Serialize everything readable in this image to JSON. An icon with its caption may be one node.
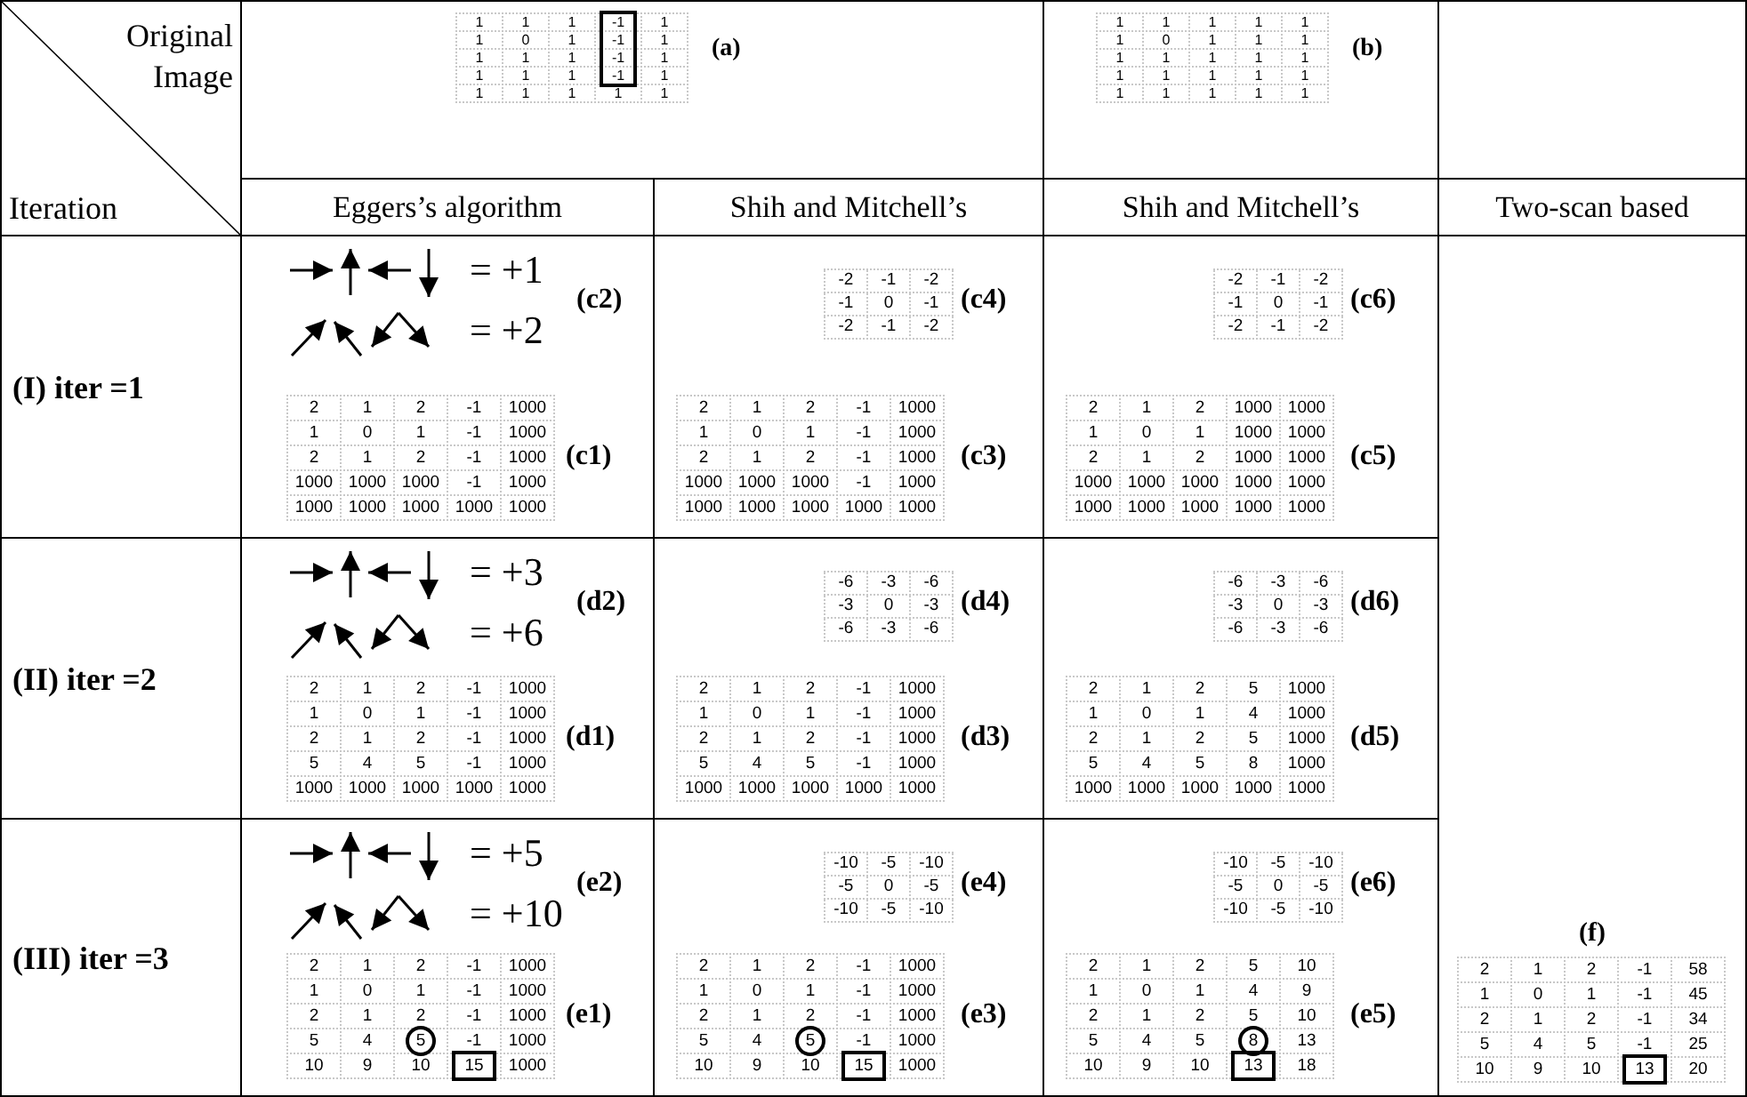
{
  "diagram": {
    "nodes": [
      {
        "text": [
          "Original Image",
          "Iteration"
        ]
      },
      {
        "text": [
          "1",
          "1",
          "1",
          "-1",
          "1",
          "1",
          "0",
          "1",
          "-1",
          "1",
          "1",
          "1",
          "1",
          "-1",
          "1",
          "1",
          "1",
          "1",
          "-1",
          "1",
          "1",
          "1",
          "1",
          "1",
          "1",
          "(a)"
        ]
      },
      {
        "text": [
          "1",
          "1",
          "1",
          "1",
          "1",
          "1",
          "0",
          "1",
          "1",
          "1",
          "1",
          "1",
          "1",
          "1",
          "1",
          "1",
          "1",
          "1",
          "1",
          "1",
          "1",
          "1",
          "1",
          "1",
          "1",
          "(b)"
        ]
      },
      {
        "text": [
          "Eggers’s algorithm"
        ]
      },
      {
        "text": [
          "Shih and Mitchell’s"
        ]
      },
      {
        "text": [
          "Shih and Mitchell’s"
        ]
      },
      {
        "text": [
          "Two-scan based"
        ]
      },
      {
        "text": [
          "(I) iter =1"
        ]
      },
      {
        "text": [
          "= +1",
          "= +2",
          "(c2)",
          "2",
          "1",
          "2",
          "-1",
          "1000",
          "1",
          "0",
          "1",
          "-1",
          "1000",
          "2",
          "1",
          "2",
          "-1",
          "1000",
          "1000",
          "1000",
          "1000",
          "-1",
          "1000",
          "1000",
          "1000",
          "1000",
          "1000",
          "1000",
          "(c1)"
        ]
      },
      {
        "text": [
          "-2",
          "-1",
          "-2",
          "-1",
          "0",
          "-1",
          "-2",
          "-1",
          "-2",
          "(c4)",
          "2",
          "1",
          "2",
          "-1",
          "1000",
          "1",
          "0",
          "1",
          "-1",
          "1000",
          "2",
          "1",
          "2",
          "-1",
          "1000",
          "1000",
          "1000",
          "1000",
          "-1",
          "1000",
          "1000",
          "1000",
          "1000",
          "1000",
          "1000",
          "(c3)"
        ]
      },
      {
        "text": [
          "-2",
          "-1",
          "-2",
          "-1",
          "0",
          "-1",
          "-2",
          "-1",
          "-2",
          "(c6)",
          "2",
          "1",
          "2",
          "1000",
          "1000",
          "1",
          "0",
          "1",
          "1000",
          "1000",
          "2",
          "1",
          "2",
          "1000",
          "1000",
          "1000",
          "1000",
          "1000",
          "1000",
          "1000",
          "1000",
          "1000",
          "1000",
          "1000",
          "1000",
          "(c5)"
        ]
      },
      {
        "text": [
          "(II) iter =2"
        ]
      },
      {
        "text": [
          "= +3",
          "= +6",
          "(d2)",
          "2",
          "1",
          "2",
          "-1",
          "1000",
          "1",
          "0",
          "1",
          "-1",
          "1000",
          "2",
          "1",
          "2",
          "-1",
          "1000",
          "5",
          "4",
          "5",
          "-1",
          "1000",
          "1000",
          "1000",
          "1000",
          "1000",
          "1000",
          "(d1)"
        ]
      },
      {
        "text": [
          "-6",
          "-3",
          "-6",
          "-3",
          "0",
          "-3",
          "-6",
          "-3",
          "-6",
          "(d4)",
          "2",
          "1",
          "2",
          "-1",
          "1000",
          "1",
          "0",
          "1",
          "-1",
          "1000",
          "2",
          "1",
          "2",
          "-1",
          "1000",
          "5",
          "4",
          "5",
          "-1",
          "1000",
          "1000",
          "1000",
          "1000",
          "1000",
          "1000",
          "(d3)"
        ]
      },
      {
        "text": [
          "-6",
          "-3",
          "-6",
          "-3",
          "0",
          "-3",
          "-6",
          "-3",
          "-6",
          "(d6)",
          "2",
          "1",
          "2",
          "5",
          "1000",
          "1",
          "0",
          "1",
          "4",
          "1000",
          "2",
          "1",
          "2",
          "5",
          "1000",
          "5",
          "4",
          "5",
          "8",
          "1000",
          "1000",
          "1000",
          "1000",
          "1000",
          "1000",
          "(d5)"
        ]
      },
      {
        "text": [
          "(III) iter =3"
        ]
      },
      {
        "text": [
          "= +5",
          "= +10",
          "(e2)",
          "2",
          "1",
          "2",
          "-1",
          "1000",
          "1",
          "0",
          "1",
          "-1",
          "1000",
          "2",
          "1",
          "2",
          "-1",
          "1000",
          "5",
          "4",
          "5",
          "-1",
          "1000",
          "10",
          "9",
          "10",
          "15",
          "1000",
          "(e1)"
        ]
      },
      {
        "text": [
          "-10",
          "-5",
          "-10",
          "-5",
          "0",
          "-5",
          "-10",
          "-5",
          "-10",
          "(e4)",
          "2",
          "1",
          "2",
          "-1",
          "1000",
          "1",
          "0",
          "1",
          "-1",
          "1000",
          "2",
          "1",
          "2",
          "-1",
          "1000",
          "5",
          "4",
          "5",
          "-1",
          "1000",
          "10",
          "9",
          "10",
          "15",
          "1000",
          "(e3)"
        ]
      },
      {
        "text": [
          "-10",
          "-5",
          "-10",
          "-5",
          "0",
          "-5",
          "-10",
          "-5",
          "-10",
          "(e6)",
          "2",
          "1",
          "2",
          "5",
          "10",
          "1",
          "0",
          "1",
          "4",
          "9",
          "2",
          "1",
          "2",
          "5",
          "10",
          "5",
          "4",
          "5",
          "8",
          "13",
          "10",
          "9",
          "10",
          "13",
          "18",
          "(e5)"
        ]
      },
      {
        "text": [
          "(f)",
          "2",
          "1",
          "2",
          "-1",
          "58",
          "1",
          "0",
          "1",
          "-1",
          "45",
          "2",
          "1",
          "2",
          "-1",
          "34",
          "5",
          "4",
          "5",
          "-1",
          "25",
          "10",
          "9",
          "10",
          "13",
          "20"
        ]
      },
      {
        "text": [],
        "shape": "box"
      }
    ]
  }
}
